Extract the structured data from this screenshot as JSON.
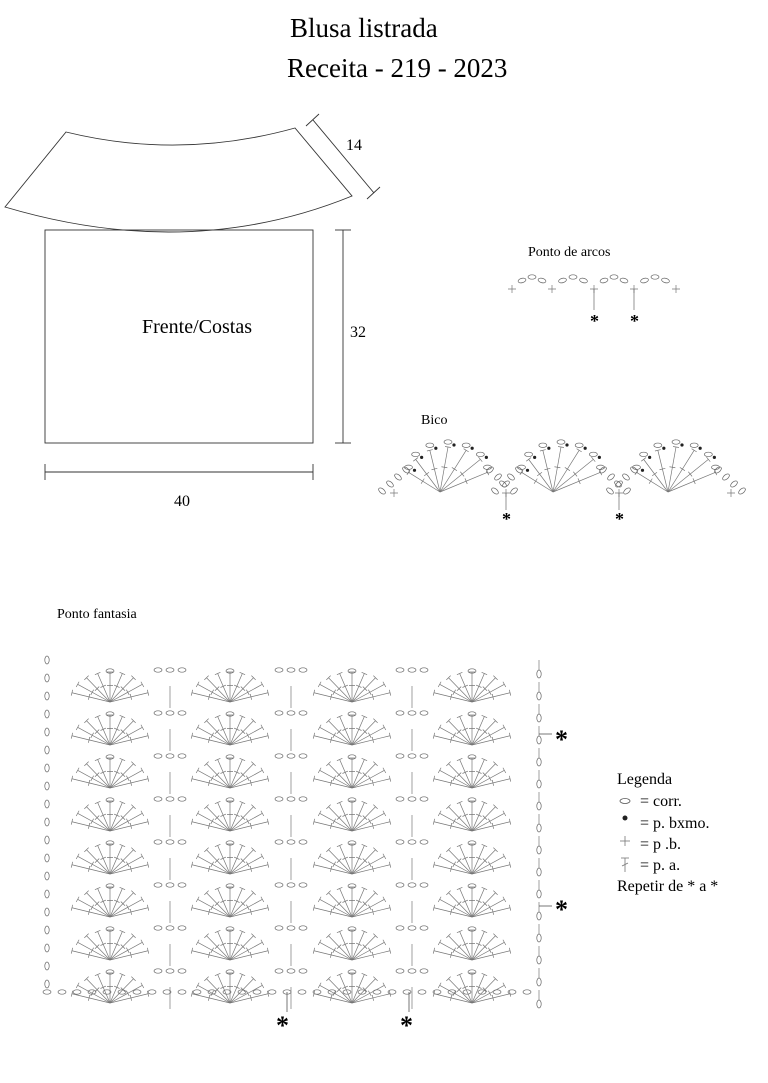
{
  "header": {
    "title_line1": "Blusa listrada",
    "title_line2": "Receita - 219 - 2023"
  },
  "schematic": {
    "panel_label": "Frente/Costas",
    "width": "40",
    "height": "32",
    "yoke_depth": "14"
  },
  "swatches": {
    "arcos_title": "Ponto de arcos",
    "bico_title": "Bico",
    "fantasia_title": "Ponto fantasia"
  },
  "repeat_marker": "*",
  "legend": {
    "title": "Legenda",
    "items": [
      {
        "symbol": "chain",
        "text": "= corr."
      },
      {
        "symbol": "slip-stitch",
        "text": "= p. bxmo."
      },
      {
        "symbol": "single-crochet",
        "text": "= p .b."
      },
      {
        "symbol": "double-crochet",
        "text": "= p. a."
      }
    ],
    "repeat_note": "Repetir de * a *"
  }
}
